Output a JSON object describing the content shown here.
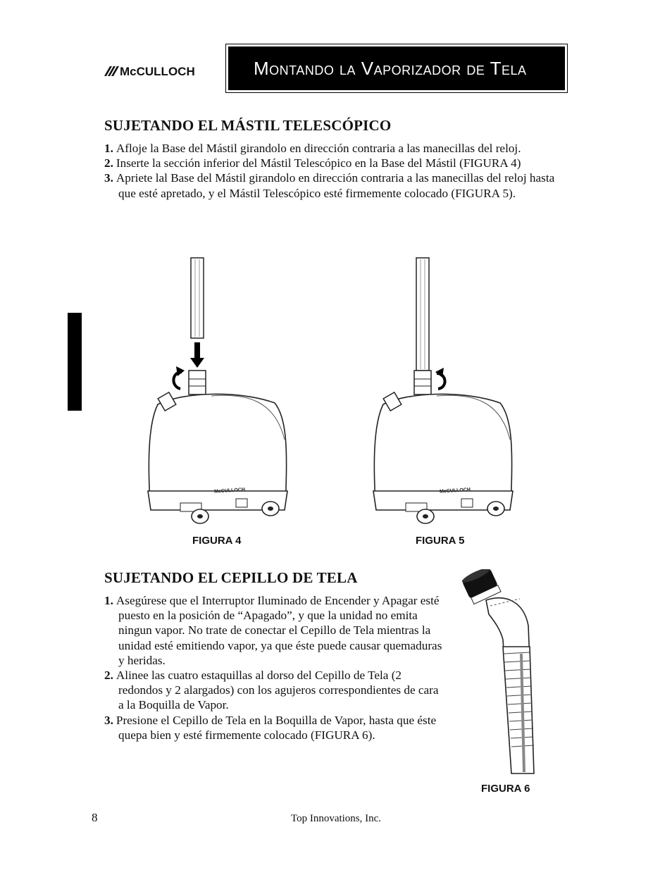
{
  "header": {
    "logo_text": "McCULLOCH",
    "title": "Montando la Vaporizador de Tela"
  },
  "section1": {
    "heading": "SUJETANDO EL MÁSTIL TELESCÓPICO",
    "steps": [
      {
        "num": "1.",
        "text": "Afloje la Base del Mástil girandolo en dirección contraria a las manecillas del reloj."
      },
      {
        "num": "2.",
        "text": "Inserte la sección inferior del Mástil Telescópico en la Base del Mástil (FIGURA 4)"
      },
      {
        "num": "3.",
        "text": "Apriete lal Base del Mástil girandolo en dirección contraria a las manecillas del reloj hasta que esté apretado, y el Mástil Telescópico esté firmemente colocado (FIGURA 5)."
      }
    ]
  },
  "figures": {
    "fig4_caption": "FIGURA 4",
    "fig5_caption": "FIGURA 5",
    "fig6_caption": "FIGURA 6",
    "unit_brand": "McCULLOCH"
  },
  "section2": {
    "heading": "SUJETANDO EL CEPILLO DE TELA",
    "steps": [
      {
        "num": "1.",
        "text": "Asegúrese que el Interruptor Iluminado de Encender y Apagar esté puesto en la posición de “Apagado”, y que la unidad no emita ningun vapor. No trate de conectar el Cepillo de Tela mientras la unidad esté emitiendo vapor, ya que éste puede causar quemaduras y heridas."
      },
      {
        "num": "2.",
        "text": "Alinee las cuatro estaquillas al dorso del Cepillo de Tela (2 redondos y 2 alargados) con los agujeros correspondientes de cara a la Boquilla de Vapor."
      },
      {
        "num": "3.",
        "text": "Presione el Cepillo de Tela en la Boquilla de Vapor, hasta que éste quepa bien y esté firmemente colocado (FIGURA 6)."
      }
    ]
  },
  "footer": {
    "page_number": "8",
    "company": "Top Innovations, Inc."
  }
}
